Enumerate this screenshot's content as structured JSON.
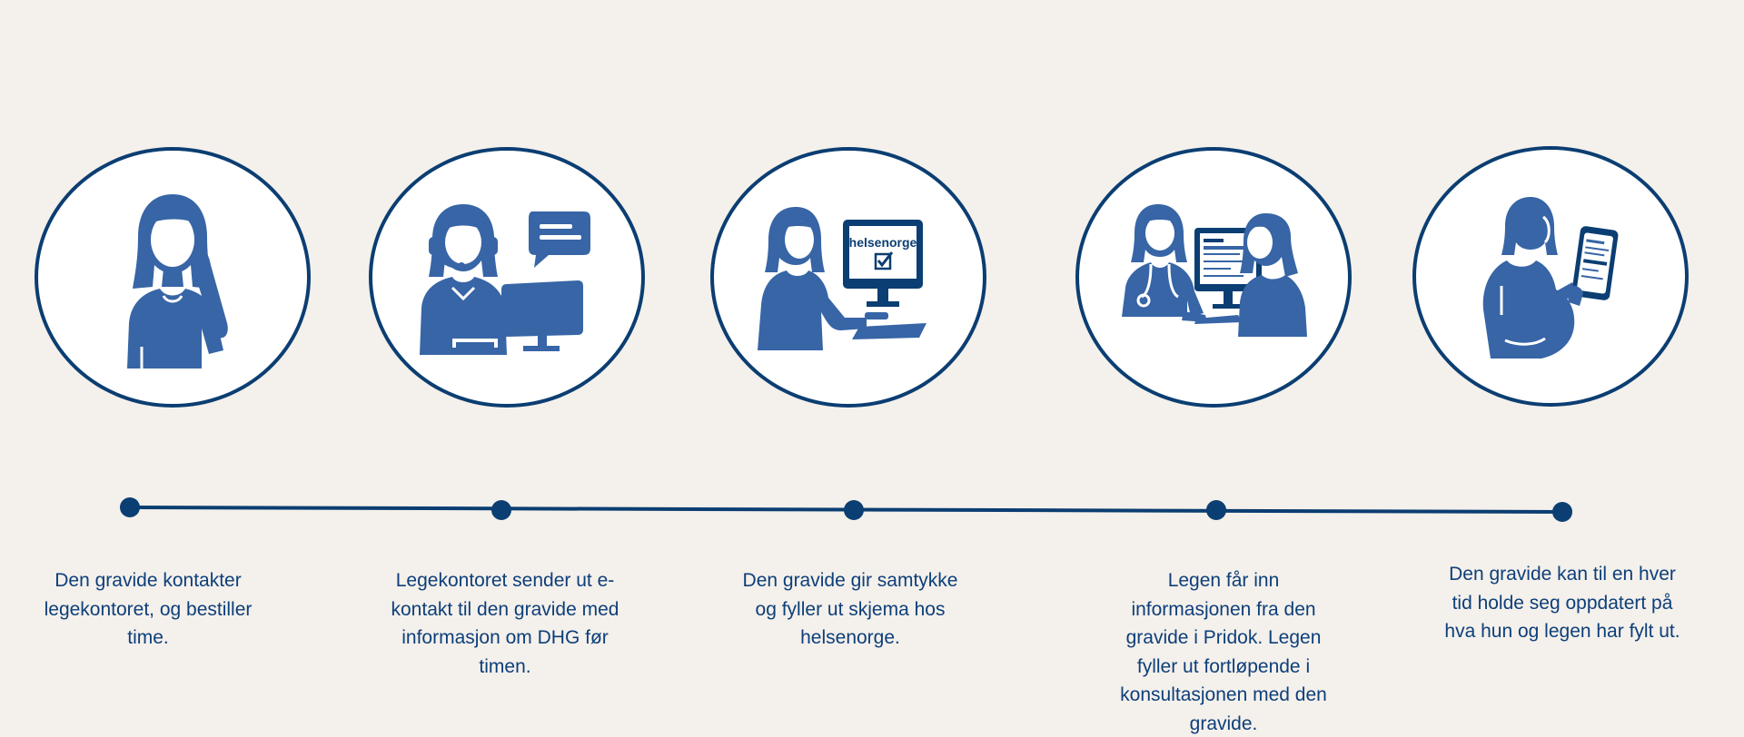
{
  "steps": [
    {
      "icon": "woman-on-phone-icon",
      "text": "Den gravide kontakter legekontoret, og bestiller time."
    },
    {
      "icon": "receptionist-headset-computer-icon",
      "text": "Legekontoret sender ut e-kontakt til den gravide med informasjon om DHG før timen."
    },
    {
      "icon": "woman-at-computer-helsenorge-icon",
      "text": "Den gravide gir samtykke og fyller ut skjema hos helsenorge.",
      "screen_label": "helsenorge"
    },
    {
      "icon": "doctor-patient-consultation-icon",
      "text": "Legen får inn informasjonen fra den gravide i Pridok. Legen fyller ut fortløpende i konsultasjonen med den gravide."
    },
    {
      "icon": "pregnant-woman-phone-icon",
      "text": "Den gravide kan til en hver tid holde seg oppdatert på hva hun og legen har fylt ut."
    }
  ],
  "colors": {
    "background": "#f4f0eb",
    "primary_dark": "#0b3e72",
    "icon_blue": "#3765a6",
    "text": "#0d3f7a"
  }
}
